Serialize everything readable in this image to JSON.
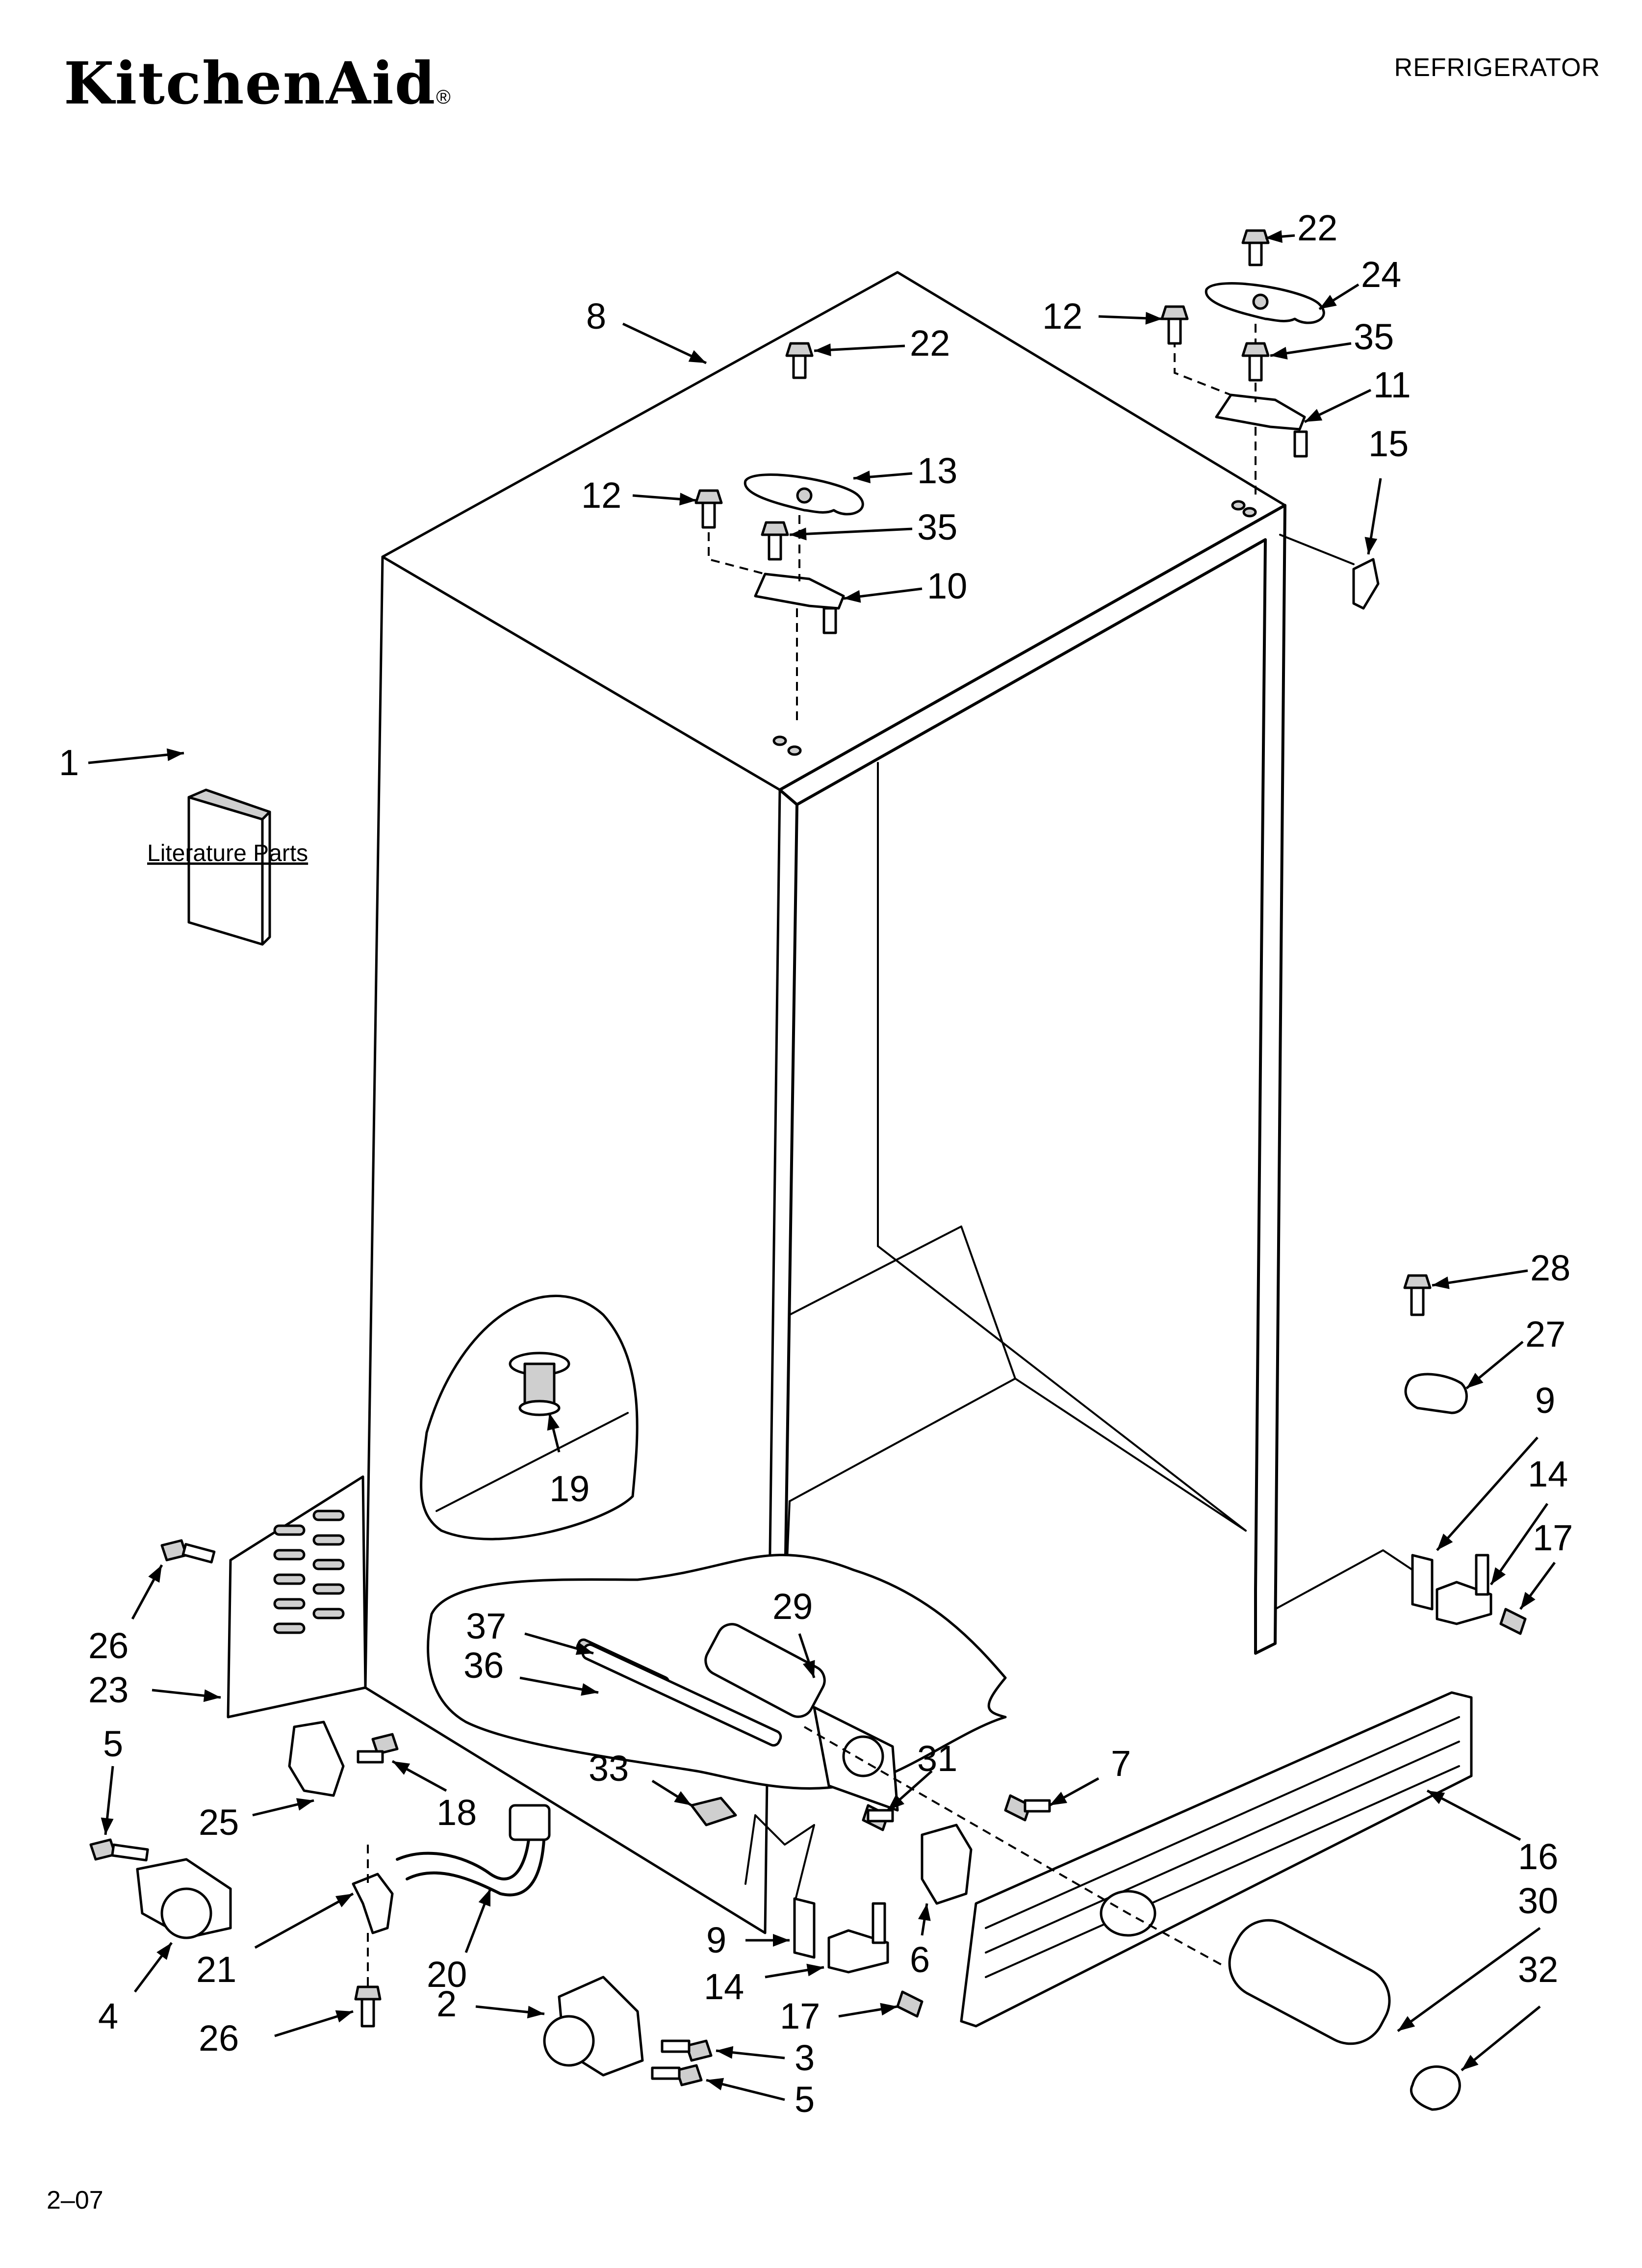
{
  "header": {
    "brand": "KitchenAid",
    "brand_mark": "®",
    "section": "REFRIGERATOR"
  },
  "footer": {
    "code": "2–07"
  },
  "diagram": {
    "literature_label": "Literature Parts",
    "callouts": [
      {
        "id": "c-22-top",
        "label": "22"
      },
      {
        "id": "c-24",
        "label": "24"
      },
      {
        "id": "c-12-right",
        "label": "12"
      },
      {
        "id": "c-35-right",
        "label": "35"
      },
      {
        "id": "c-11",
        "label": "11"
      },
      {
        "id": "c-15",
        "label": "15"
      },
      {
        "id": "c-8",
        "label": "8"
      },
      {
        "id": "c-22-mid",
        "label": "22"
      },
      {
        "id": "c-13",
        "label": "13"
      },
      {
        "id": "c-12-left",
        "label": "12"
      },
      {
        "id": "c-35-left",
        "label": "35"
      },
      {
        "id": "c-10",
        "label": "10"
      },
      {
        "id": "c-1",
        "label": "1"
      },
      {
        "id": "c-28",
        "label": "28"
      },
      {
        "id": "c-27",
        "label": "27"
      },
      {
        "id": "c-9-right",
        "label": "9"
      },
      {
        "id": "c-14-right",
        "label": "14"
      },
      {
        "id": "c-17-right",
        "label": "17"
      },
      {
        "id": "c-19",
        "label": "19"
      },
      {
        "id": "c-37",
        "label": "37"
      },
      {
        "id": "c-29",
        "label": "29"
      },
      {
        "id": "c-36",
        "label": "36"
      },
      {
        "id": "c-26-left",
        "label": "26"
      },
      {
        "id": "c-23",
        "label": "23"
      },
      {
        "id": "c-5-left",
        "label": "5"
      },
      {
        "id": "c-33",
        "label": "33"
      },
      {
        "id": "c-31",
        "label": "31"
      },
      {
        "id": "c-7",
        "label": "7"
      },
      {
        "id": "c-25",
        "label": "25"
      },
      {
        "id": "c-18",
        "label": "18"
      },
      {
        "id": "c-16",
        "label": "16"
      },
      {
        "id": "c-30",
        "label": "30"
      },
      {
        "id": "c-32",
        "label": "32"
      },
      {
        "id": "c-9-bottom",
        "label": "9"
      },
      {
        "id": "c-6",
        "label": "6"
      },
      {
        "id": "c-21",
        "label": "21"
      },
      {
        "id": "c-20",
        "label": "20"
      },
      {
        "id": "c-14-bottom",
        "label": "14"
      },
      {
        "id": "c-4",
        "label": "4"
      },
      {
        "id": "c-17-bottom",
        "label": "17"
      },
      {
        "id": "c-2",
        "label": "2"
      },
      {
        "id": "c-26-bottom",
        "label": "26"
      },
      {
        "id": "c-3",
        "label": "3"
      },
      {
        "id": "c-5-bottom",
        "label": "5"
      }
    ]
  }
}
